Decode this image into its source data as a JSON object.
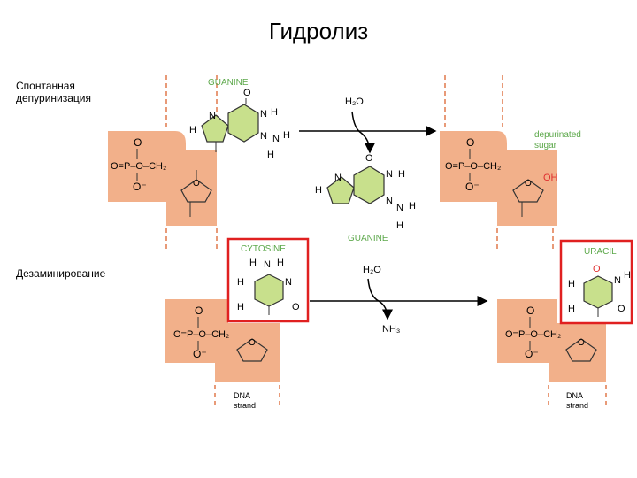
{
  "title": "Гидролиз",
  "labels": {
    "depurination_line1": "Спонтанная",
    "depurination_line2": "депуринизация",
    "deamination": "Дезаминирование",
    "guanine": "GUANINE",
    "guanine_free": "GUANINE",
    "depurinated_line1": "depurinated",
    "depurinated_line2": "sugar",
    "cytosine": "CYTOSINE",
    "uracil": "URACIL",
    "dna_line1": "DNA",
    "dna_line2": "strand",
    "water": "H₂O",
    "ammonia": "NH₃",
    "hydroxyl": "OH"
  },
  "colors": {
    "backbone": "#f2b08a",
    "base_ring": "#c8e08c",
    "label_green": "#5ca84a",
    "highlight_box": "#e02020",
    "oxygen_red": "#e03030",
    "dashed": "#e89a78"
  }
}
